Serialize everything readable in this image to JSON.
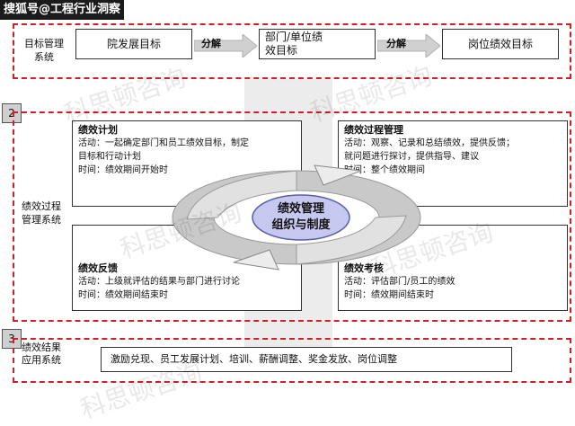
{
  "header": {
    "source_label": "搜狐号@工程行业洞察"
  },
  "watermark": "科思顿咨询",
  "section1": {
    "label": "目标管理系统",
    "boxes": [
      "院发展目标",
      "部门/单位绩效目标",
      "岗位绩效目标"
    ],
    "arrow_label": "分解"
  },
  "section2": {
    "number": "2",
    "label": "绩效过程管理系统",
    "center_line1": "绩效管理",
    "center_line2": "组织与制度",
    "plan": {
      "title": "绩效计划",
      "line1": "活动：一起确定部门和员工绩效目标，制定",
      "line2": "目标和行动计划",
      "line3": "时间：绩效期间开始时"
    },
    "process": {
      "title": "绩效过程管理",
      "line1": "活动：观察、记录和总结绩效，提供反馈；",
      "line2": "就问题进行探讨，提供指导、建议",
      "line3": "时间：整个绩效期间"
    },
    "feedback": {
      "title": "绩效反馈",
      "line1": "活动：上级就评估的结果与部门进行讨论",
      "line2": "时间：绩效期间结束时"
    },
    "appraisal": {
      "title": "绩效考核",
      "line1": "活动：评估部门/员工的绩效",
      "line2": "时间：绩效期间结束时"
    }
  },
  "section3": {
    "number": "3",
    "label": "绩效结果应用系统",
    "content": "激励兑现、员工发展计划、培训、薪酬调整、奖金发放、岗位调整"
  },
  "colors": {
    "dash_red": "#d21f26",
    "ellipse_fill": "#c7c8f0",
    "ring_gray": "#b4b4b4"
  }
}
